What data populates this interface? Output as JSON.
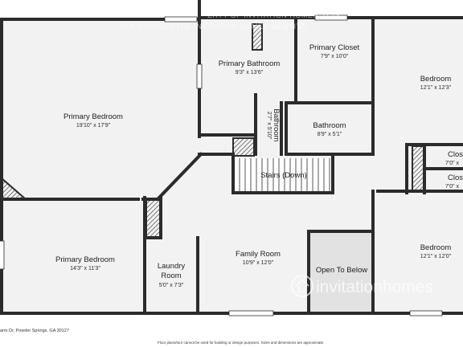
{
  "rooms": {
    "primary_bedroom_1": {
      "name": "Primary Bedroom",
      "dims": "19'10\" x 17'9\""
    },
    "primary_bedroom_2": {
      "name": "Primary Bedroom",
      "dims": "14'3\" x 11'3\""
    },
    "primary_bathroom": {
      "name": "Primary Bathroom",
      "dims": "9'3\" x 13'6\""
    },
    "primary_closet": {
      "name": "Primary Closet",
      "dims": "7'9\" x 10'0\""
    },
    "bathroom_small": {
      "name": "Bathroom",
      "dims": "2'7\" x 5'10\""
    },
    "bathroom": {
      "name": "Bathroom",
      "dims": "8'9\" x 5'1\""
    },
    "bedroom_top": {
      "name": "Bedroom",
      "dims": "12'1\" x 12'3\""
    },
    "bedroom_bottom": {
      "name": "Bedroom",
      "dims": "12'1\" x 12'0\""
    },
    "closet_a": {
      "name": "Clos",
      "dims": "7'0\" x"
    },
    "closet_b": {
      "name": "Clos",
      "dims": "7'0\" x"
    },
    "stairs": {
      "name": "Stairs (Down)"
    },
    "laundry": {
      "name": "Laundry Room",
      "name_line1": "Laundry",
      "name_line2": "Room",
      "dims": "5'0\" x 7'3\""
    },
    "family_room": {
      "name": "Family Room",
      "dims": "10'9\" x 12'0\""
    },
    "open_to_below": {
      "name": "Open To Below"
    }
  },
  "watermark": {
    "line1": "ERTY OF INVITATION HOMES. IT IS",
    "line2": "PLY WITHOUT THE INVITATION HOMES WEBSITE",
    "brand": "invitationhomes"
  },
  "footer": {
    "address": "arm Dr, Powder Springs, GA 30127",
    "disclaimer": "Floor plans/tour cannot be used for building or design purposes. Sizes and dimensions are approximate."
  },
  "colors": {
    "wall": "#2b2b2b",
    "floor": "#f2f2f2",
    "open_area": "#e2e2e2",
    "background": "#ffffff"
  }
}
